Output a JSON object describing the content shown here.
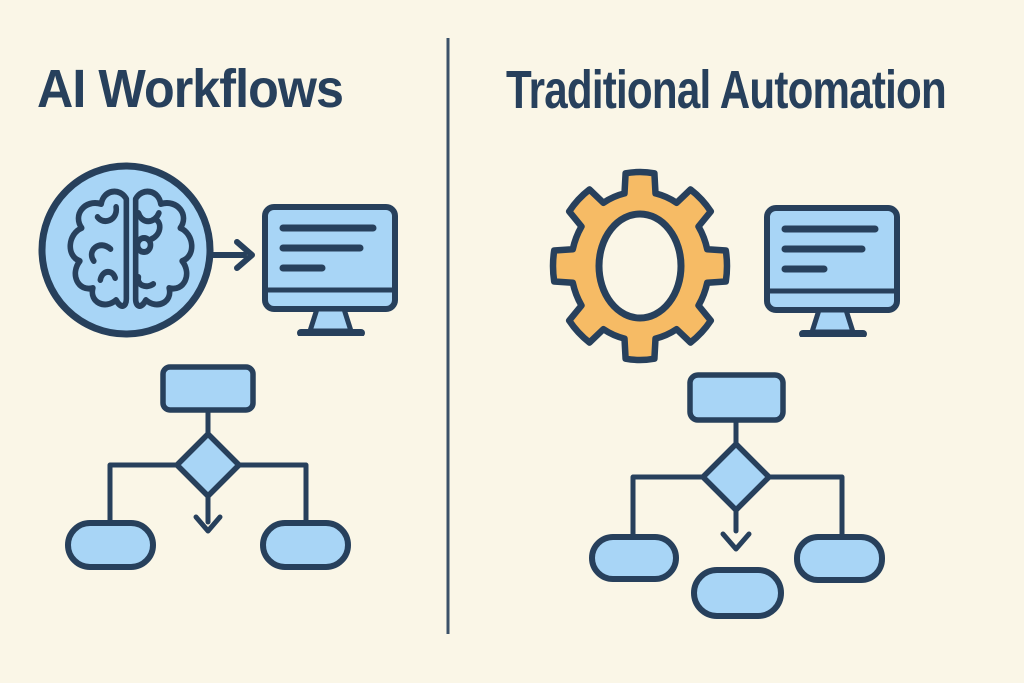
{
  "colors": {
    "background": "#FAF6E7",
    "navy": "#27405C",
    "light_blue": "#A8D5F6",
    "orange": "#F6BB65"
  },
  "left_panel": {
    "title": "AI Workflows",
    "icons": [
      "brain-icon",
      "arrow-right-icon",
      "monitor-icon"
    ],
    "flowchart": {
      "nodes": [
        "start-rectangle",
        "decision-diamond",
        "terminal-pill-left",
        "terminal-pill-right"
      ],
      "branch_count": 2,
      "has_down_arrow": true
    }
  },
  "right_panel": {
    "title": "Traditional Automation",
    "icons": [
      "gear-icon",
      "monitor-icon"
    ],
    "flowchart": {
      "nodes": [
        "start-rectangle",
        "decision-diamond",
        "terminal-pill-left",
        "terminal-pill-right",
        "terminal-pill-bottom"
      ],
      "branch_count": 3,
      "has_down_arrow": true
    }
  }
}
